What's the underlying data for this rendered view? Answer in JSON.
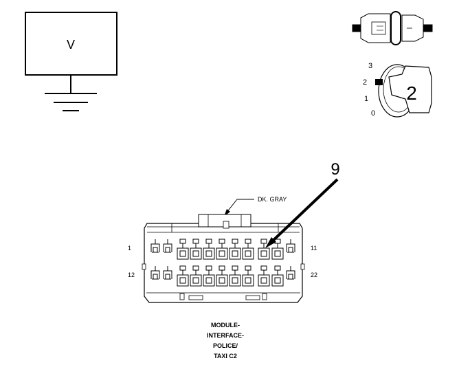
{
  "voltmeter": {
    "symbol": "V"
  },
  "ignition": {
    "positions": [
      "3",
      "2",
      "1",
      "0"
    ],
    "key_label": "2"
  },
  "connector": {
    "callout_number": "9",
    "lock_color_label": "DK. GRAY",
    "pin_labels": {
      "top_left": "1",
      "top_right": "11",
      "bottom_left": "12",
      "bottom_right": "22"
    },
    "caption_lines": [
      "MODULE-",
      "INTERFACE-",
      "POLICE/",
      "TAXI C2"
    ]
  }
}
